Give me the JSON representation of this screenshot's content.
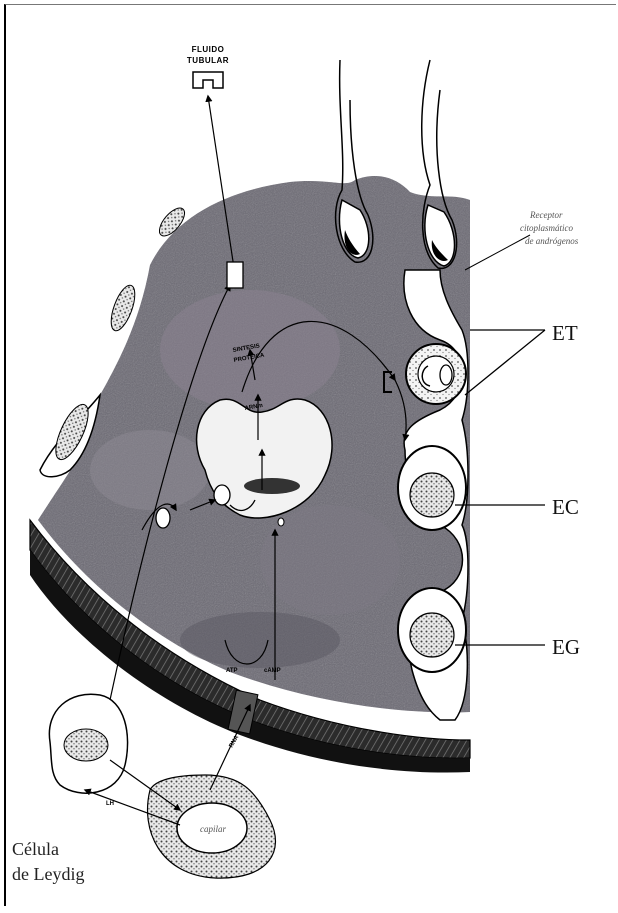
{
  "labels": {
    "fluid": [
      "FLUIDO",
      "TUBULAR"
    ],
    "receptor": [
      "Receptor",
      "citoplasmático",
      "de andrógenos"
    ],
    "et": "ET",
    "ec": "EC",
    "eg": "EG",
    "leydig": [
      "Célula",
      "de Leydig"
    ],
    "capilar": "capilar",
    "sintesis": [
      "SINTESIS",
      "PROTEICA"
    ],
    "arna": "ARNm",
    "small_marks": [
      "ATP",
      "cAMP",
      "RNA",
      "LH"
    ]
  }
}
